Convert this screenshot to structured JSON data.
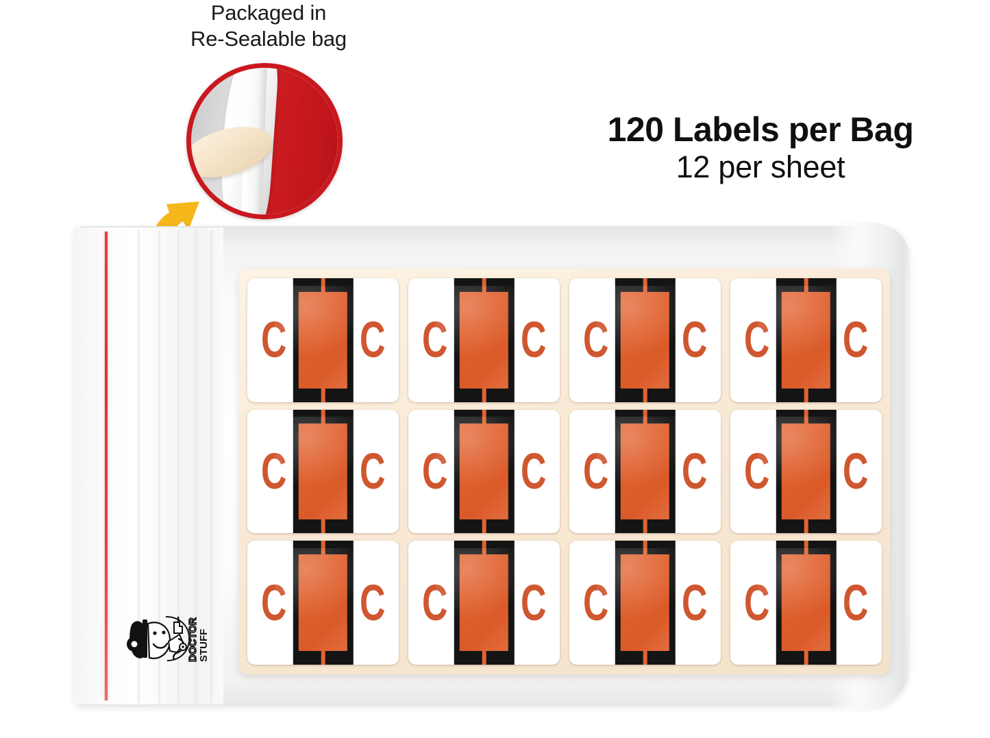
{
  "caption": {
    "line1": "Packaged in",
    "line2": "Re-Sealable bag"
  },
  "headline": {
    "count": "120",
    "count_suffix": " Labels per Bag",
    "subline": "12 per sheet"
  },
  "product": {
    "letter": "C",
    "labels_per_sheet": 12,
    "rows": 3,
    "columns": 4,
    "sheet_labels": [
      [
        "C",
        "C",
        "C",
        "C"
      ],
      [
        "C",
        "C",
        "C",
        "C"
      ],
      [
        "C",
        "C",
        "C",
        "C"
      ]
    ]
  },
  "brand": {
    "name_top": "DOCTOR",
    "name_bottom": "STUFF"
  },
  "colors": {
    "label_orange": "#df5f2c",
    "letter_orange": "#cf5730",
    "label_frame_black": "#141414",
    "sheet_cream": "#f9ead6",
    "seal_red": "#c9181f",
    "zipper_red": "#d93532",
    "arrow_yellow": "#f5b71a",
    "bag_white": "#fbfbfb"
  },
  "icons": {
    "magnifier": "magnifier-circle-inset",
    "arrow": "curved-arrow-icon",
    "logo": "doctor-stuff-logo-icon"
  }
}
